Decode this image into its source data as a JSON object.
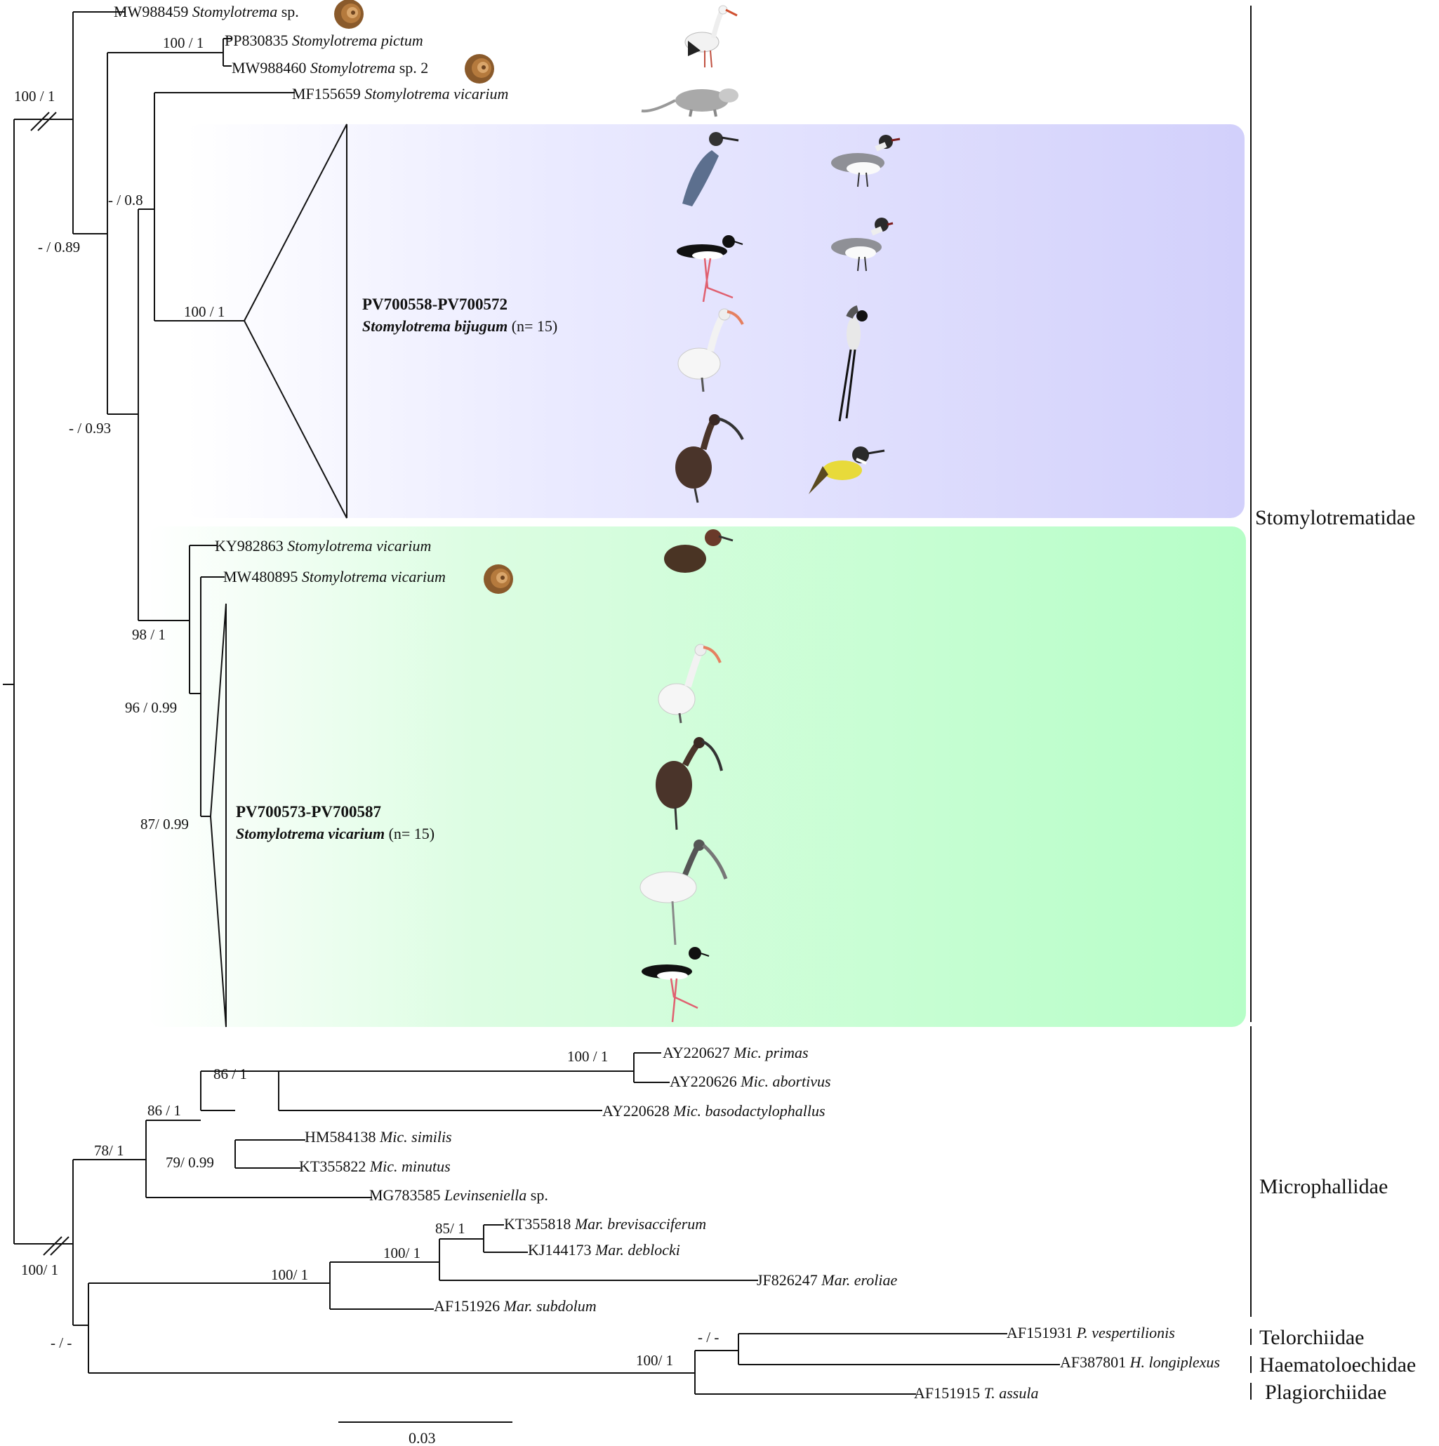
{
  "taxa": {
    "t1": {
      "acc": "MW988459",
      "name": "Stomylotrema",
      "suffix": " sp."
    },
    "t2": {
      "acc": "PP830835",
      "name": "Stomylotrema pictum",
      "suffix": ""
    },
    "t3": {
      "acc": "MW988460",
      "name": "Stomylotrema",
      "suffix": " sp. 2"
    },
    "t4": {
      "acc": "MF155659",
      "name": "Stomylotrema vicarium",
      "suffix": ""
    },
    "t5": {
      "acc": "KY982863",
      "name": "Stomylotrema vicarium",
      "suffix": ""
    },
    "t6": {
      "acc": "MW480895",
      "name": "Stomylotrema vicarium",
      "suffix": ""
    },
    "t7": {
      "acc": "AY220627",
      "name": "Mic. primas",
      "suffix": ""
    },
    "t8": {
      "acc": "AY220626",
      "name": "Mic. abortivus",
      "suffix": ""
    },
    "t9": {
      "acc": "AY220628",
      "name": "Mic. basodactylophallus",
      "suffix": ""
    },
    "t10": {
      "acc": "HM584138",
      "name": "Mic. similis",
      "suffix": ""
    },
    "t11": {
      "acc": "KT355822",
      "name": "Mic. minutus",
      "suffix": ""
    },
    "t12": {
      "acc": "MG783585",
      "name": "Levinseniella",
      "suffix": " sp."
    },
    "t13": {
      "acc": "KT355818",
      "name": "Mar. brevisacciferum",
      "suffix": ""
    },
    "t14": {
      "acc": "KJ144173",
      "name": "Mar. deblocki",
      "suffix": ""
    },
    "t15": {
      "acc": "JF826247",
      "name": "Mar. eroliae",
      "suffix": ""
    },
    "t16": {
      "acc": "AF151926",
      "name": "Mar. subdolum",
      "suffix": ""
    },
    "t17": {
      "acc": "AF151931",
      "name": "P. vespertilionis",
      "suffix": ""
    },
    "t18": {
      "acc": "AF387801",
      "name": "H. longiplexus",
      "suffix": ""
    },
    "t19": {
      "acc": "AF151915",
      "name": "T. assula",
      "suffix": ""
    }
  },
  "collapsed_clades": {
    "bijugum": {
      "range": "PV700558-PV700572",
      "name": "Stomylotrema bijugum",
      "count": "(n= 15)"
    },
    "vicarium": {
      "range": "PV700573-PV700587",
      "name": "Stomylotrema vicarium",
      "count": "(n= 15)"
    }
  },
  "supports": {
    "s1": "100 / 1",
    "s2": "100 / 1",
    "s3": "- / 0.8",
    "s4": "- / 0.89",
    "s5": "100 / 1",
    "s6": "- / 0.93",
    "s7": "98 / 1",
    "s8": "96 / 0.99",
    "s9": "87/ 0.99",
    "s10": "100 / 1",
    "s11": "86 / 1",
    "s12": "86 / 1",
    "s13": "79/ 0.99",
    "s14": "78/ 1",
    "s15": "85/ 1",
    "s16": "100/ 1",
    "s17": "100/ 1",
    "s18": "100/ 1",
    "s19": "- / -",
    "s20": "100/ 1",
    "s21": "- / -"
  },
  "families": {
    "f1": "Stomylotrematidae",
    "f2": "Microphallidae",
    "f3": "Telorchiidae",
    "f4": "Haematoloechidae",
    "f5": "Plagiorchiidae"
  },
  "scale_bar": {
    "label": "0.03"
  },
  "colors": {
    "clade_bijugum": "#d4d2fc",
    "clade_vicarium": "#b7fec8",
    "branch": "#111111"
  },
  "icons": [
    "snail-icon",
    "stork-icon",
    "opossum-icon",
    "heron-icon",
    "gull-icon",
    "stilt-icon",
    "ibis-icon",
    "flycatcher-icon",
    "kiskadee-icon",
    "bittern-icon",
    "wood-stork-icon"
  ]
}
